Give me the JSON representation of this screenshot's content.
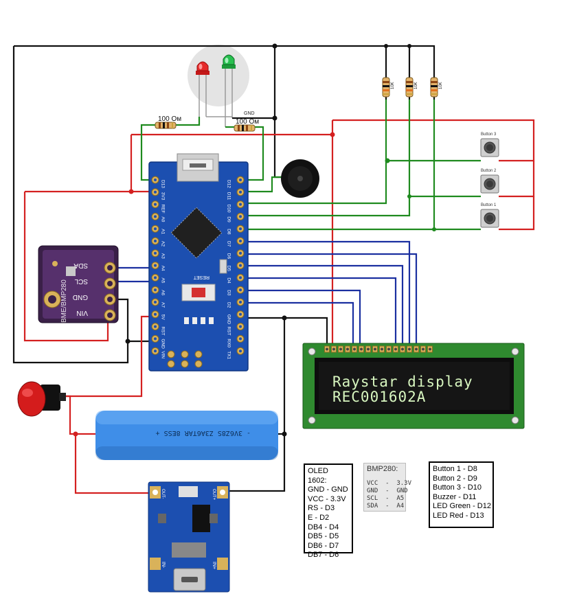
{
  "resistors": {
    "led_resistor_1": "100 Ом",
    "led_resistor_2": "100 Ом",
    "pullup_1": "10K",
    "pullup_2": "10K",
    "pullup_3": "10K"
  },
  "led_gnd_label": "GND",
  "buttons": [
    "Button 3",
    "Button 2",
    "Button 1"
  ],
  "sensor": {
    "pins": [
      "SDA",
      "SCL",
      "GND",
      "VIN"
    ],
    "board_text": "BME/BMP280"
  },
  "arduino": {
    "left_pins": [
      "D13",
      "3V3",
      "REF",
      "A0",
      "A1",
      "A2",
      "A3",
      "A4",
      "A5",
      "A6",
      "A7",
      "5V",
      "RST",
      "GND",
      "VIN"
    ],
    "right_pins": [
      "D12",
      "D11",
      "D10",
      "D9",
      "D8",
      "D7",
      "D6",
      "D5",
      "D4",
      "D3",
      "D2",
      "GND",
      "RST",
      "RX0",
      "TX1"
    ],
    "reset_label": "RESET"
  },
  "lcd": {
    "line1": "Raystar display",
    "line2": "REC001602A"
  },
  "battery_text": "- 3V6Z8S Z3A6TAR 8ESS   + ",
  "charger": {
    "out_minus": "OUT-",
    "out_plus": "OUT+",
    "in_minus": "IN-",
    "in_plus": "IN+"
  },
  "legend_oled": {
    "title": "OLED 1602:",
    "rows": [
      "GND - GND",
      "VCC - 3.3V",
      "RS - D3",
      "E - D2",
      "DB4 - D4",
      "DB5 - D5",
      "DB6 - D7",
      "DB7 - D6"
    ]
  },
  "legend_bmp": {
    "title": "BMP280:",
    "rows": [
      "VCC  -  3.3V",
      "GND  -  GND",
      "SCL  -  A5",
      "SDA  -  A4"
    ]
  },
  "legend_buttons": {
    "rows": [
      "Button 1 - D8",
      "Button 2 - D9",
      "Button 3 - D10",
      "Buzzer - D11",
      "LED Green - D12",
      "LED Red - D13"
    ]
  },
  "colors": {
    "wire_black": "#111111",
    "wire_red": "#d42020",
    "wire_green": "#1e8a1e",
    "wire_blue": "#1a2fa0",
    "arduino_board": "#1c4fb0",
    "lcd_frame": "#2f8a2f",
    "lcd_screen": "#151515",
    "battery": "#3f8ee8",
    "sensor_board": "#4a2a60"
  }
}
